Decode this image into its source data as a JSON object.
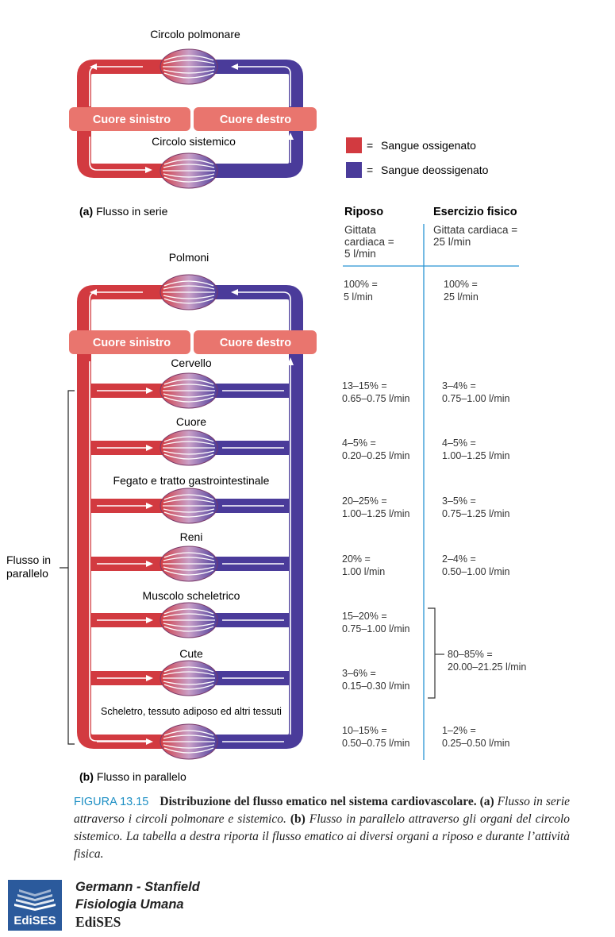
{
  "panel_a": {
    "top_label": "Circolo polmonare",
    "bottom_label": "Circolo sistemico",
    "left_box": "Cuore sinistro",
    "right_box": "Cuore destro",
    "caption_letter": "(a)",
    "caption_text": "Flusso in serie"
  },
  "legend": {
    "items": [
      {
        "symbol": "=",
        "label": "Sangue ossigenato",
        "color": "#d23a40"
      },
      {
        "symbol": "=",
        "label": "Sangue deossigenato",
        "color": "#5a3f9e"
      }
    ]
  },
  "panel_b": {
    "top_label": "Polmoni",
    "left_box": "Cuore sinistro",
    "right_box": "Cuore destro",
    "organs": [
      "Cervello",
      "Cuore",
      "Fegato e tratto gastrointestinale",
      "Reni",
      "Muscolo scheletrico",
      "Cute",
      "Scheletro, tessuto adiposo ed altri tessuti"
    ],
    "bracket_label_line1": "Flusso in",
    "bracket_label_line2": "parallelo",
    "caption_letter": "(b)",
    "caption_text": "Flusso in parallelo"
  },
  "table": {
    "headers": [
      "Riposo",
      "Esercizio fisico"
    ],
    "output_rest": [
      "Gittata",
      "cardiaca =",
      "5 l/min"
    ],
    "output_exercise": [
      "Gittata cardiaca =",
      "25 l/min"
    ],
    "lung_rest": [
      "100% =",
      "5  l/min"
    ],
    "lung_exercise": [
      "100% =",
      "25 l/min"
    ],
    "rows": [
      {
        "rest": [
          "13–15% =",
          "0.65–0.75 l/min"
        ],
        "exercise": [
          "3–4% =",
          "0.75–1.00 l/min"
        ]
      },
      {
        "rest": [
          "4–5% =",
          "0.20–0.25 l/min"
        ],
        "exercise": [
          "4–5% =",
          "1.00–1.25 l/min"
        ]
      },
      {
        "rest": [
          "20–25% =",
          "1.00–1.25 l/min"
        ],
        "exercise": [
          "3–5% =",
          "0.75–1.25 l/min"
        ]
      },
      {
        "rest": [
          "20% =",
          "1.00 l/min"
        ],
        "exercise": [
          "2–4% =",
          "0.50–1.00 l/min"
        ]
      },
      {
        "rest": [
          "15–20% =",
          "0.75–1.00 l/min"
        ],
        "exercise": null
      },
      {
        "rest": [
          "3–6% =",
          "0.15–0.30  l/min"
        ],
        "exercise": null
      },
      {
        "rest": [
          "10–15% =",
          "0.50–0.75  l/min"
        ],
        "exercise": [
          "1–2% =",
          "0.25–0.50  l/min"
        ]
      }
    ],
    "combined_exercise": [
      "80–85% =",
      "20.00–21.25 l/min"
    ]
  },
  "caption": {
    "figure": "FIGURA 13.15",
    "title": "Distribuzione del flusso ematico nel sistema cardiovascolare.",
    "a_label": "(a)",
    "a_text": "Flusso in serie attraverso i circoli polmonare e sistemico.",
    "b_label": "(b)",
    "b_text": "Flusso in parallelo attraverso gli organi del circolo sistemico. La tabella a destra riporta il flusso ematico ai diversi organi a riposo e durante l’attività fisica."
  },
  "credits": {
    "authors": "Germann - Stanfield",
    "book": "Fisiologia Umana",
    "publisher": "EdiSES",
    "logo_text": "EdiSES"
  },
  "colors": {
    "oxygenated": "#d23a40",
    "deoxygenated": "#4a3b9a",
    "heart_box": "#e9756e",
    "table_line": "#2a95d4",
    "caption_blue": "#1d8fc4"
  }
}
